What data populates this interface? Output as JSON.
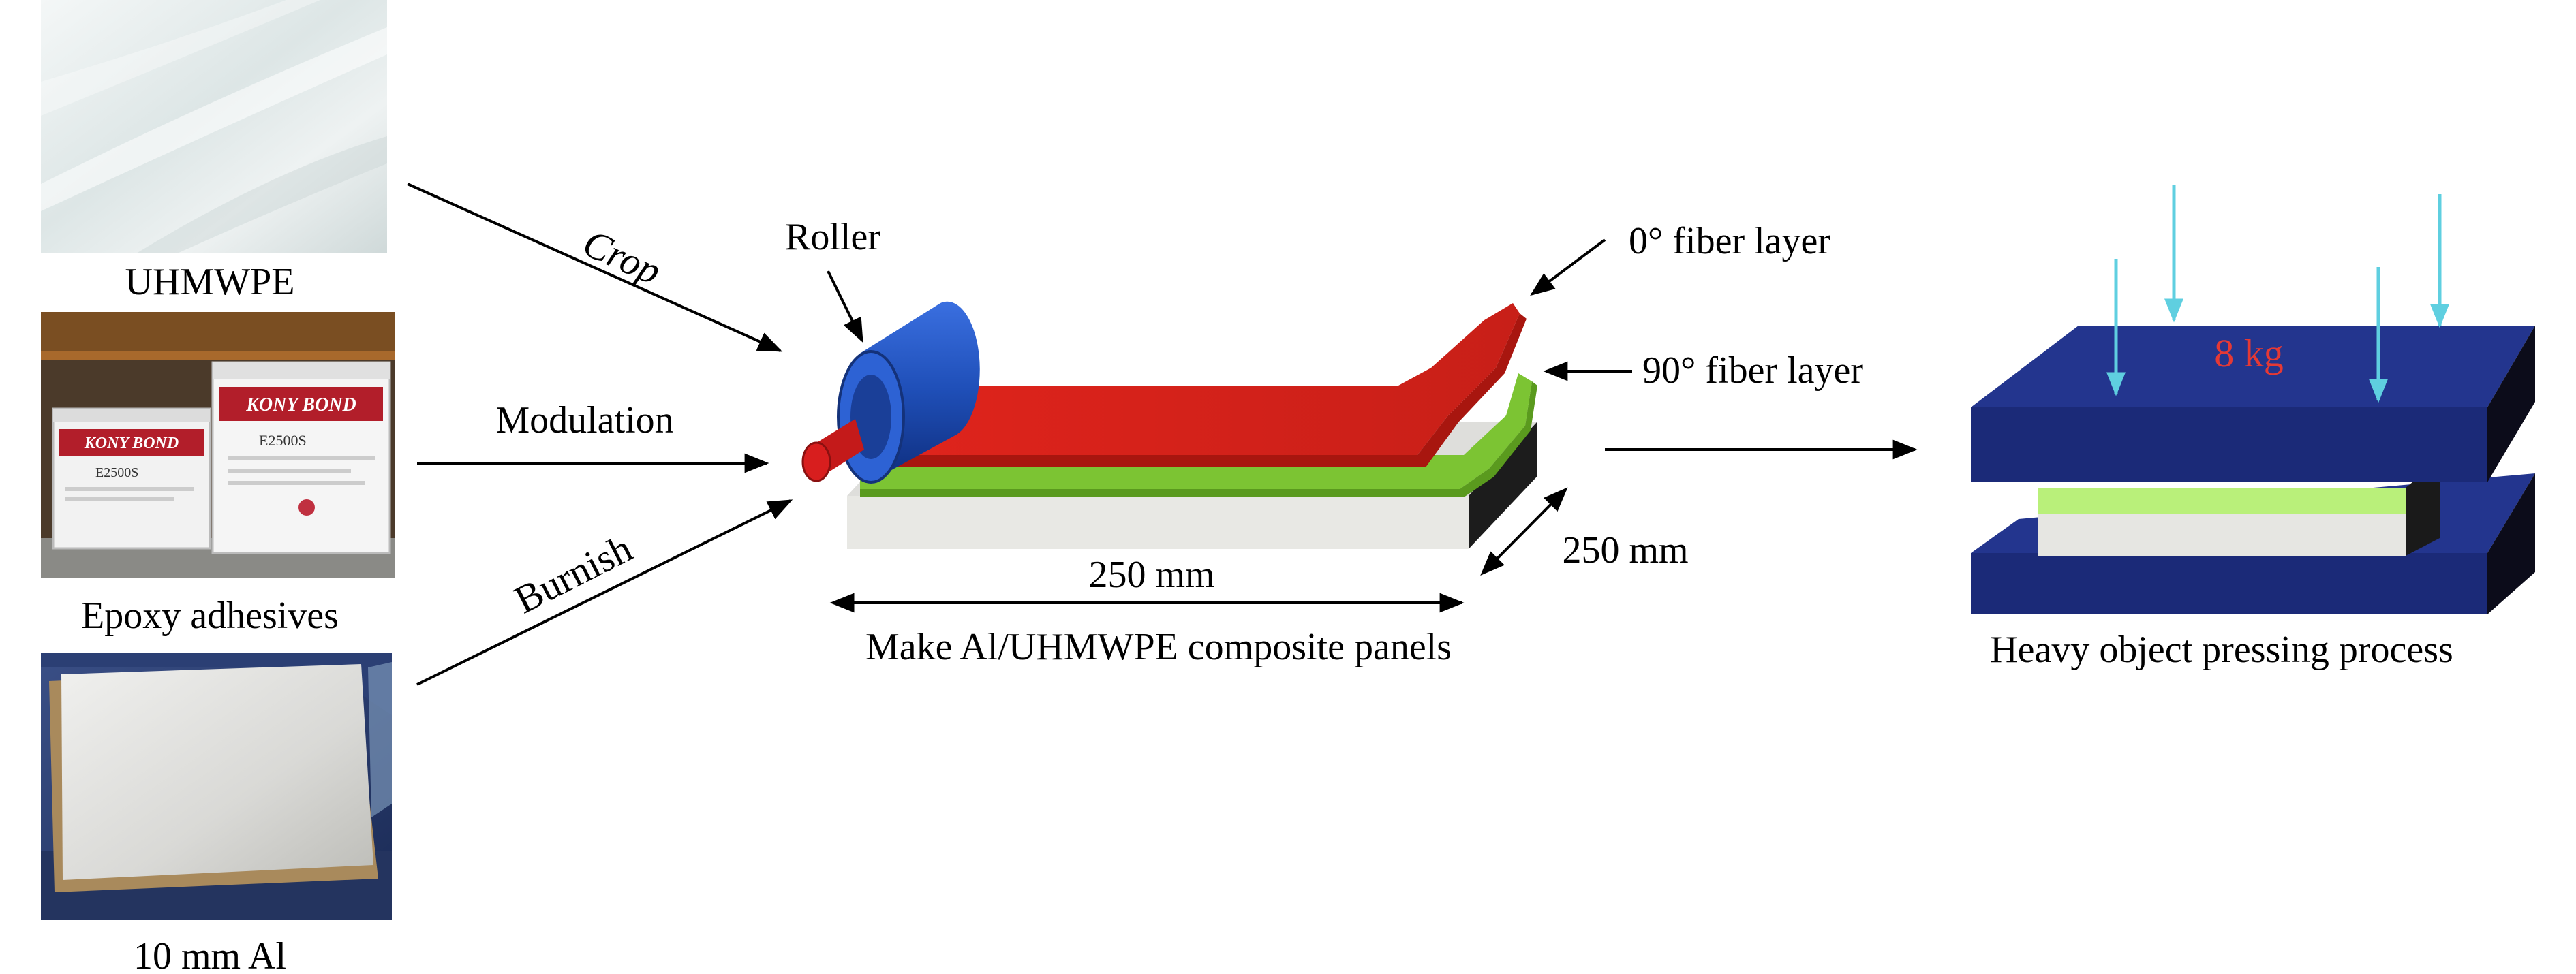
{
  "photos": {
    "uhmwpe": {
      "caption": "UHMWPE"
    },
    "epoxy": {
      "caption": "Epoxy adhesives",
      "label_text": "KONY BOND",
      "product_code": "E2500S"
    },
    "aluminum": {
      "caption": "10 mm Al"
    }
  },
  "steps": {
    "crop": "Crop",
    "modulation": "Modulation",
    "burnish": "Burnish"
  },
  "panel": {
    "roller_label": "Roller",
    "fiber_0_label": "0° fiber layer",
    "fiber_90_label": "90° fiber layer",
    "length_label": "250 mm",
    "width_label": "250 mm",
    "caption": "Make Al/UHMWPE composite panels"
  },
  "press": {
    "weight_label": "8 kg",
    "caption": "Heavy object pressing process"
  },
  "colors": {
    "roller_blue": "#1f4fb8",
    "roller_core_red": "#d81e1e",
    "fiber_0_red": "#d8231c",
    "fiber_90_green": "#6fb52a",
    "aluminum_plate": "#e8e8e4",
    "press_navy": "#1b2a78",
    "press_green_layer": "#b9f07a",
    "press_arrows_cyan": "#5fcfe0",
    "weight_text_red": "#e53935"
  }
}
